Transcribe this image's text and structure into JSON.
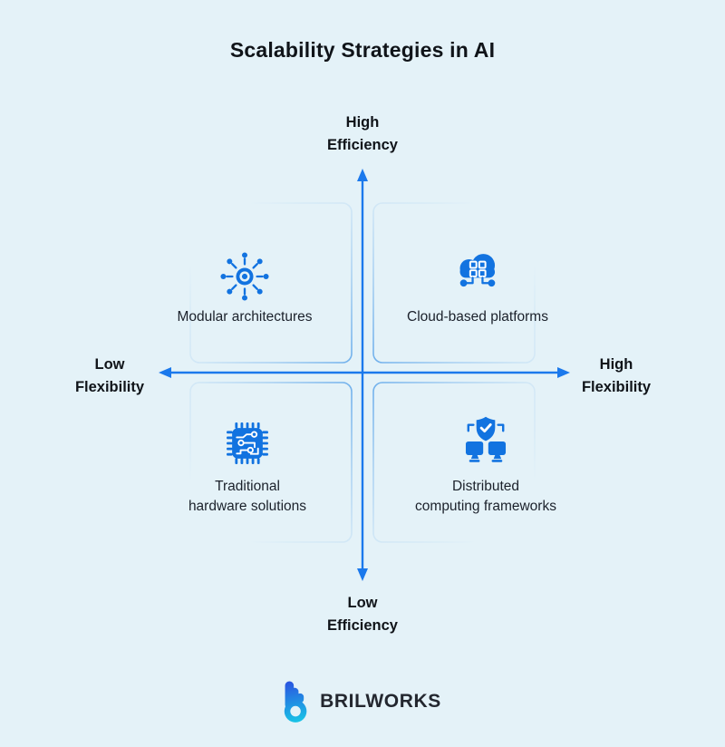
{
  "title": "Scalability Strategies in AI",
  "colors": {
    "background": "#e4f2f8",
    "accent": "#1273e0",
    "arrow": "#1b79ec",
    "frame": "#5ea6ea",
    "title_text": "#101419",
    "label_text": "#1b212b",
    "logo_text": "#23272f",
    "logo_gradient_top": "#2b50e0",
    "logo_gradient_bottom": "#18c8e6"
  },
  "axes": {
    "top": {
      "line1": "High",
      "line2": "Efficiency"
    },
    "bottom": {
      "line1": "Low",
      "line2": "Efficiency"
    },
    "left": {
      "line1": "Low",
      "line2": "Flexibility"
    },
    "right": {
      "line1": "High",
      "line2": "Flexibility"
    }
  },
  "quadrants": {
    "top_left": {
      "icon": "modular-network-icon",
      "lines": [
        "Modular architectures"
      ]
    },
    "top_right": {
      "icon": "cloud-platform-icon",
      "lines": [
        "Cloud-based platforms"
      ]
    },
    "bottom_left": {
      "icon": "circuit-chip-icon",
      "lines": [
        "Traditional",
        "hardware solutions"
      ]
    },
    "bottom_right": {
      "icon": "secure-distributed-computers-icon",
      "lines": [
        "Distributed",
        "computing frameworks"
      ]
    }
  },
  "footer": {
    "brand": "BRILWORKS"
  }
}
